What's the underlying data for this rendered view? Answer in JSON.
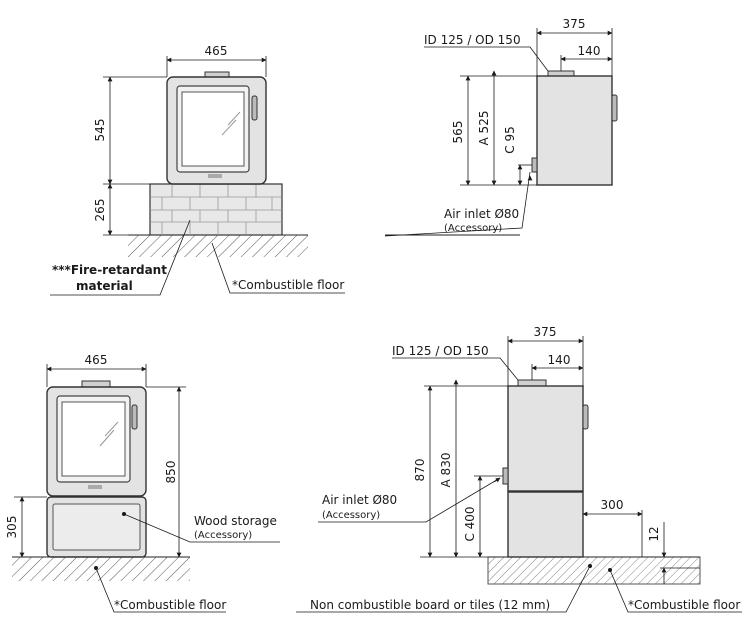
{
  "views": {
    "tl": {
      "width": "465",
      "height_stove": "545",
      "height_base": "265",
      "label_material_a": "***Fire-retardant",
      "label_material_b": "material",
      "label_floor": "*Combustible floor"
    },
    "tr": {
      "depth": "375",
      "flue_offset": "140",
      "flue_label": "ID 125 / OD 150",
      "total_height": "565",
      "dim_a": "A 525",
      "dim_c": "C 95",
      "air_inlet": "Air inlet Ø80",
      "accessory": "(Accessory)"
    },
    "bl": {
      "width": "465",
      "total_height": "850",
      "storage_height": "305",
      "storage_label": "Wood storage",
      "accessory": "(Accessory)",
      "label_floor": "*Combustible floor"
    },
    "br": {
      "depth": "375",
      "flue_offset": "140",
      "flue_label": "ID 125 / OD 150",
      "total_height": "870",
      "dim_a": "A 830",
      "dim_c": "C 400",
      "air_inlet": "Air inlet Ø80",
      "accessory": "(Accessory)",
      "board_ext": "300",
      "board_thk": "12",
      "board_label": "Non combustible board or tiles (12 mm)",
      "label_floor": "*Combustible floor"
    }
  }
}
